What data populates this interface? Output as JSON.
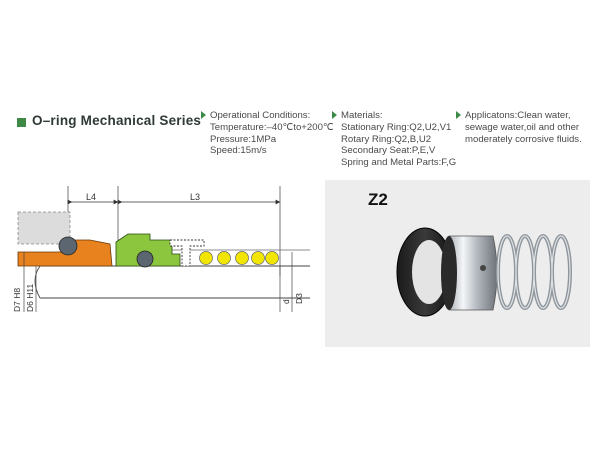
{
  "header": {
    "title": "O–ring Mechanical Series"
  },
  "specs": {
    "operational": [
      "Operational Conditions:",
      "Temperature:–40℃to+200℃",
      "Pressure:1MPa",
      "Speed:15m/s"
    ],
    "materials": [
      "Materials:",
      "Stationary Ring:Q2,U2,V1",
      "Rotary Ring:Q2,B,U2",
      "Secondary Seat:P,E,V",
      "Spring and Metal Parts:F,G"
    ],
    "applications": [
      "Applicatons:Clean water,",
      "sewage water,oil and other",
      "moderately corrosive fluids."
    ]
  },
  "diagram": {
    "dim_l4": "L4",
    "dim_l3": "L3",
    "dim_d7": "D7 H8",
    "dim_d6": "D6 H11",
    "dim_d": "d",
    "dim_d3": "D3"
  },
  "product": {
    "model": "Z2"
  },
  "colors": {
    "accent_green": "#3c8a46",
    "seat_orange": "#e8821e",
    "ring_green": "#8cc63f",
    "spring_yellow": "#f2e600",
    "oring_gray": "#5c6670"
  }
}
